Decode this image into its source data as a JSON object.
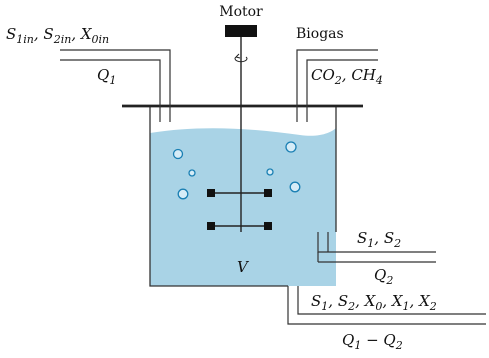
{
  "labels": {
    "motor": "Motor",
    "biogas": "Biogas",
    "inflow_species_html": "S<tspan baseline-shift='sub' font-size='11'>1<tspan font-style='italic'>in</tspan></tspan>",
    "inflow_rate": "Q1",
    "biogas_species": "CO2, CH4",
    "mid_outflow_species": "S1, S2",
    "mid_outflow_rate": "Q2",
    "volume": "V",
    "bottom_outflow_species": "S1, S2, X0, X1, X2",
    "bottom_outflow_rate": "Q1 − Q2"
  },
  "colors": {
    "liquid": "#a9d3e6",
    "motor": "#111111",
    "line": "#333333"
  }
}
